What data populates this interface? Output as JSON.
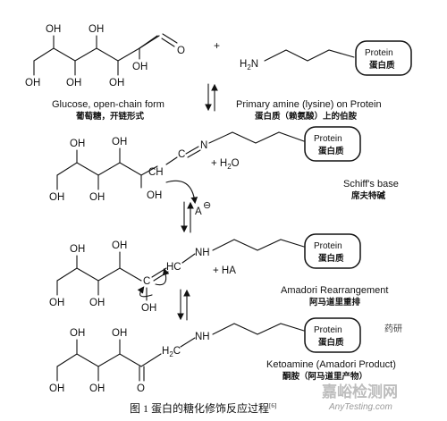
{
  "atoms": {
    "oh": "OH",
    "o": "O",
    "c": "C",
    "ch": "CH",
    "n": "N",
    "nh": "NH",
    "h2n": "H",
    "h2n_sub": "2",
    "h2n_n": "N",
    "hc": "HC",
    "h2c": "H",
    "h2c_sub": "2",
    "h2c_c": "C",
    "a_minus": "A",
    "minus_sign": "⊖",
    "plus_sign": "+",
    "plus_h2o_pre": "+ H",
    "plus_h2o_sub": "2",
    "plus_h2o_post": "O",
    "plus_ha": "+ HA"
  },
  "protein": {
    "label": "Protein",
    "label_cn": "蛋白质"
  },
  "labels": {
    "glucose_en": "Glucose, open-chain form",
    "glucose_cn": "葡萄糖，开链形式",
    "amine_en": "Primary amine (lysine) on Protein",
    "amine_cn": "蛋白质（赖氨酸）上的伯胺",
    "schiff_en": "Schiff's base",
    "schiff_cn": "席夫特碱",
    "amadori_en": "Amadori Rearrangement",
    "amadori_cn": "阿马道里重排",
    "ketoamine_en": "Ketoamine (Amadori Product)",
    "ketoamine_cn": "酮胺（阿马道里产物）"
  },
  "caption": {
    "text": "图 1   蛋白的糖化修饰反应过程",
    "ref": "[6]"
  },
  "watermark": {
    "brand": "嘉峪检测网",
    "url": "AnyTesting.com",
    "handle": "药研"
  }
}
